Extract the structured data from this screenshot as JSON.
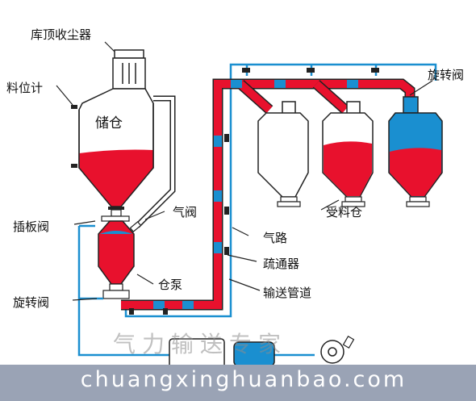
{
  "labels": {
    "dust_collector": "库顶收尘器",
    "level_gauge": "料位计",
    "storage_bin": "储仓",
    "gate_valve": "插板阀",
    "air_valve": "气阀",
    "rotary_valve_left": "旋转阀",
    "pump": "仓泵",
    "air_line": "气路",
    "dredger": "疏通器",
    "conveying_pipe": "输送管道",
    "receiving_bin": "受料仓",
    "rotary_valve_right": "旋转阀"
  },
  "watermark": {
    "cn": "气力输送专家",
    "url": "chuangxinghuanbao.com"
  },
  "colors": {
    "material_red": "#e8112d",
    "air_blue": "#1a8fd0",
    "outline": "#222222",
    "watermark_bg": "#9aa3b5"
  }
}
